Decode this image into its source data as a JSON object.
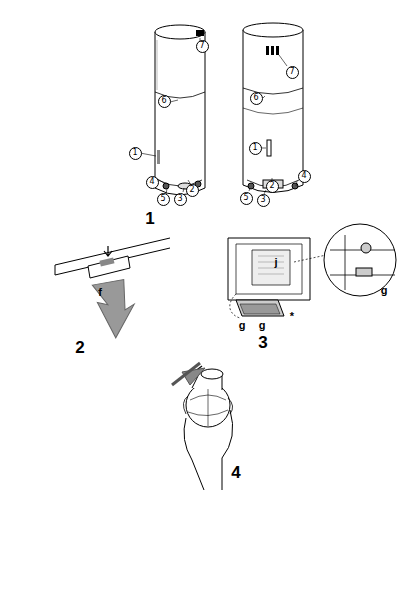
{
  "diagram": {
    "labels": [
      "7",
      "6",
      "1",
      "4",
      "2",
      "5",
      "3",
      "7",
      "6",
      "1",
      "2",
      "4",
      "5",
      "3",
      "1",
      "f",
      "2",
      "j",
      "*",
      "g",
      "g",
      "g",
      "3",
      "4"
    ]
  }
}
